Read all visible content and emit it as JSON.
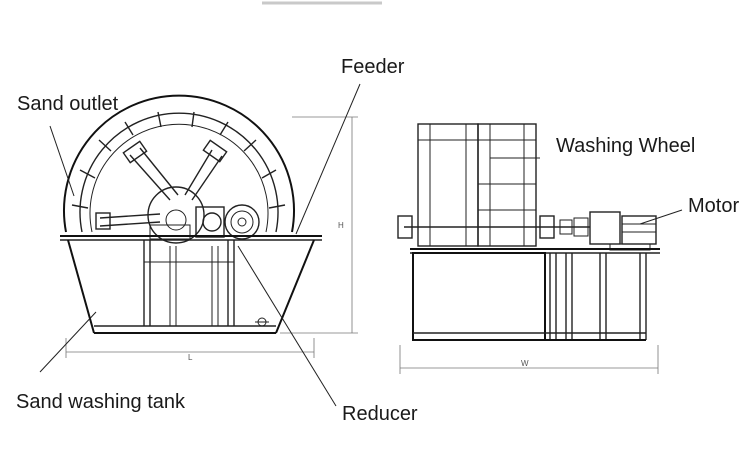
{
  "labels": {
    "feeder": "Feeder",
    "sand_outlet": "Sand outlet",
    "washing_wheel": "Washing Wheel",
    "motor": "Motor",
    "sand_washing_tank": "Sand washing tank",
    "reducer": "Reducer"
  },
  "dimensions": {
    "height": "H",
    "length": "L",
    "width": "W"
  }
}
